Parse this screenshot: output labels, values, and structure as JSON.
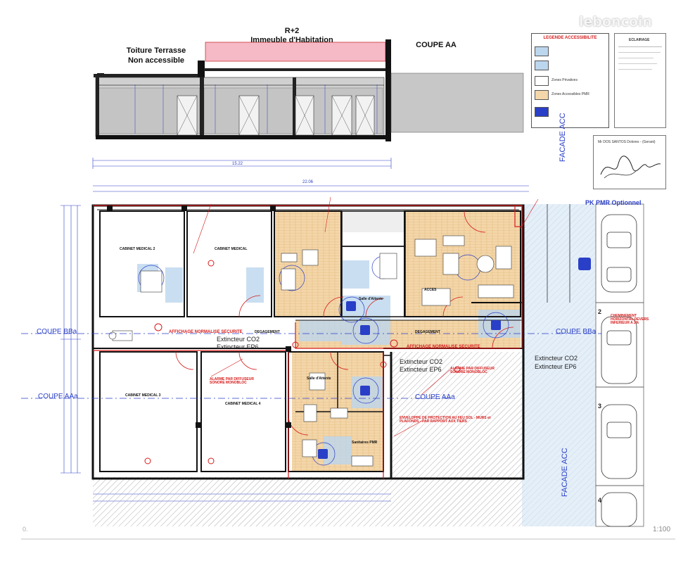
{
  "watermark": "leboncoin",
  "elevation": {
    "left_label_1": "Toiture Terrasse",
    "left_label_2": "Non accessible",
    "center_label_1": "R+2",
    "center_label_2": "Immeuble d'Habitation",
    "section_title": "COUPE AA"
  },
  "legend": {
    "title": "LEGENDE ACCESSIBILITE",
    "items": [
      "Zones Privatives",
      "Zones Accessibles PMR"
    ],
    "box2_title": "ECLAIRAGE"
  },
  "signature": {
    "owner": "Mr DOS SANTOS Dolores - (Gerant)"
  },
  "facades": {
    "acc": "FACADE ACC",
    "parking": "PK PMR Optionnel"
  },
  "sections": {
    "bba_left": "COUPE BBa",
    "bba_right": "COUPE BBa",
    "aaa_left": "COUPE AAa",
    "aaa_center": "COUPE AAa"
  },
  "rooms": {
    "cab2": "CABINET MEDICAL 2",
    "cab1": "CABINET MEDICAL",
    "cab3": "CABINET MEDICAL 3",
    "cab4": "CABINET MEDICAL 4",
    "degagement": "DEGAGEMENT",
    "degagement2": "DEGAGEMENT",
    "attente": "Salle d'Attente",
    "attente2": "Salle d'Attente",
    "sanitaires": "Sanitaires PMR",
    "acces": "ACCES"
  },
  "notes": {
    "affichage_1": "AFFICHAGE NORMALISE SECURITE",
    "affichage_2": "AFFICHAGE NORMALISE SECURITE",
    "ext1_a": "Extincteur CO2",
    "ext1_b": "Extincteur EP6",
    "ext2_a": "Extincteur CO2",
    "ext2_b": "Extincteur EP6",
    "ext3_a": "Extincteur CO2",
    "ext3_b": "Extincteur EP6",
    "alarme_1": "ALARME PAR DIFFUSEUR SONORE MONOBLOC",
    "alarme_2": "ALARME PAR DIFFUSEUR SONORE MONOBLOC",
    "enveloppe": "ENVELOPPE DE PROTECTION AU FEU SOL - MURS et PLAFONDS - PAR RAPPORT AUX TIERS",
    "cheminement": "CHEMINEMENT HORIZONTAL DEVERS INFERIEUR A 2%"
  },
  "dimensions": {
    "total_top": "15.22",
    "total_plan": "22.06"
  },
  "footer": {
    "scale": "1:100",
    "left_mark": "0."
  }
}
